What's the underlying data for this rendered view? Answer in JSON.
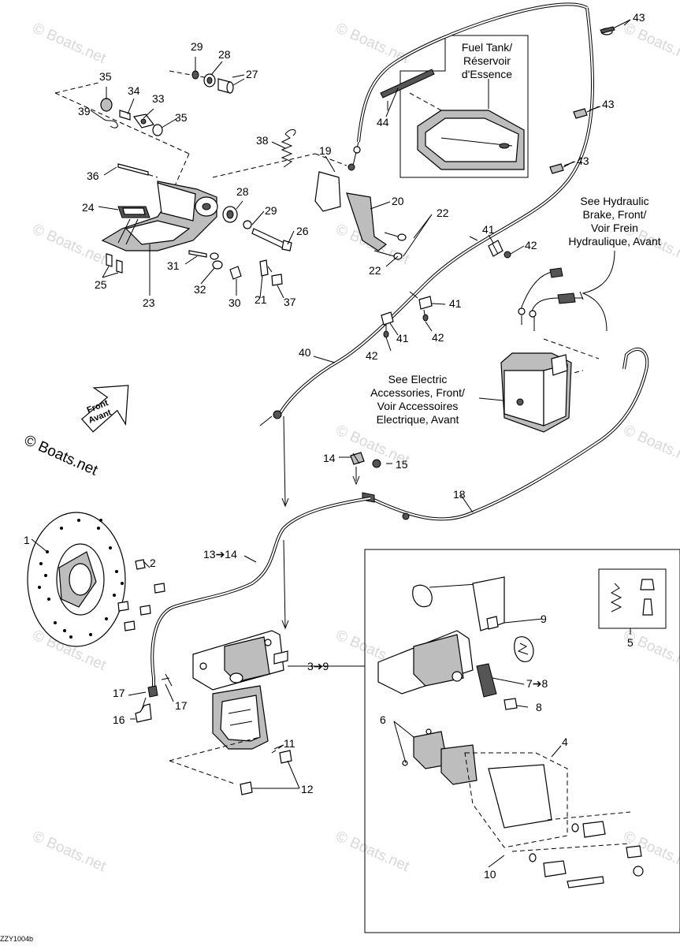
{
  "watermark": "© Boats.net",
  "copyright": "© Boats.net",
  "footer_code": "ZZY1004b",
  "callouts": {
    "fuel_tank": [
      "Fuel Tank/",
      "Réservoir",
      "d'Essence"
    ],
    "hydraulic": [
      "See Hydraulic",
      "Brake, Front/",
      "Voir Frein",
      "Hydraulique, Avant"
    ],
    "electric": [
      "See Electric",
      "Accessories, Front/",
      "Voir Accessoires",
      "Electrique, Avant"
    ],
    "front": [
      "Front",
      "Avant"
    ]
  },
  "labels": {
    "n1": "1",
    "n2": "2",
    "n3_9": "3➔9",
    "n4": "4",
    "n5": "5",
    "n6": "6",
    "n7_8": "7➔8",
    "n8": "8",
    "n9": "9",
    "n10": "10",
    "n11": "11",
    "n12": "12",
    "n13_14": "13➔14",
    "n14": "14",
    "n15": "15",
    "n16": "16",
    "n17a": "17",
    "n17b": "17",
    "n18": "18",
    "n19": "19",
    "n20": "20",
    "n21": "21",
    "n22a": "22",
    "n22b": "22",
    "n23": "23",
    "n24": "24",
    "n25": "25",
    "n26": "26",
    "n27": "27",
    "n28a": "28",
    "n28b": "28",
    "n29a": "29",
    "n29b": "29",
    "n30": "30",
    "n31": "31",
    "n32": "32",
    "n33": "33",
    "n34": "34",
    "n35a": "35",
    "n35b": "35",
    "n36": "36",
    "n37": "37",
    "n38": "38",
    "n39": "39",
    "n40": "40",
    "n41a": "41",
    "n41b": "41",
    "n41c": "41",
    "n42a": "42",
    "n42b": "42",
    "n42c": "42",
    "n43a": "43",
    "n43b": "43",
    "n43c": "43",
    "n44": "44"
  }
}
